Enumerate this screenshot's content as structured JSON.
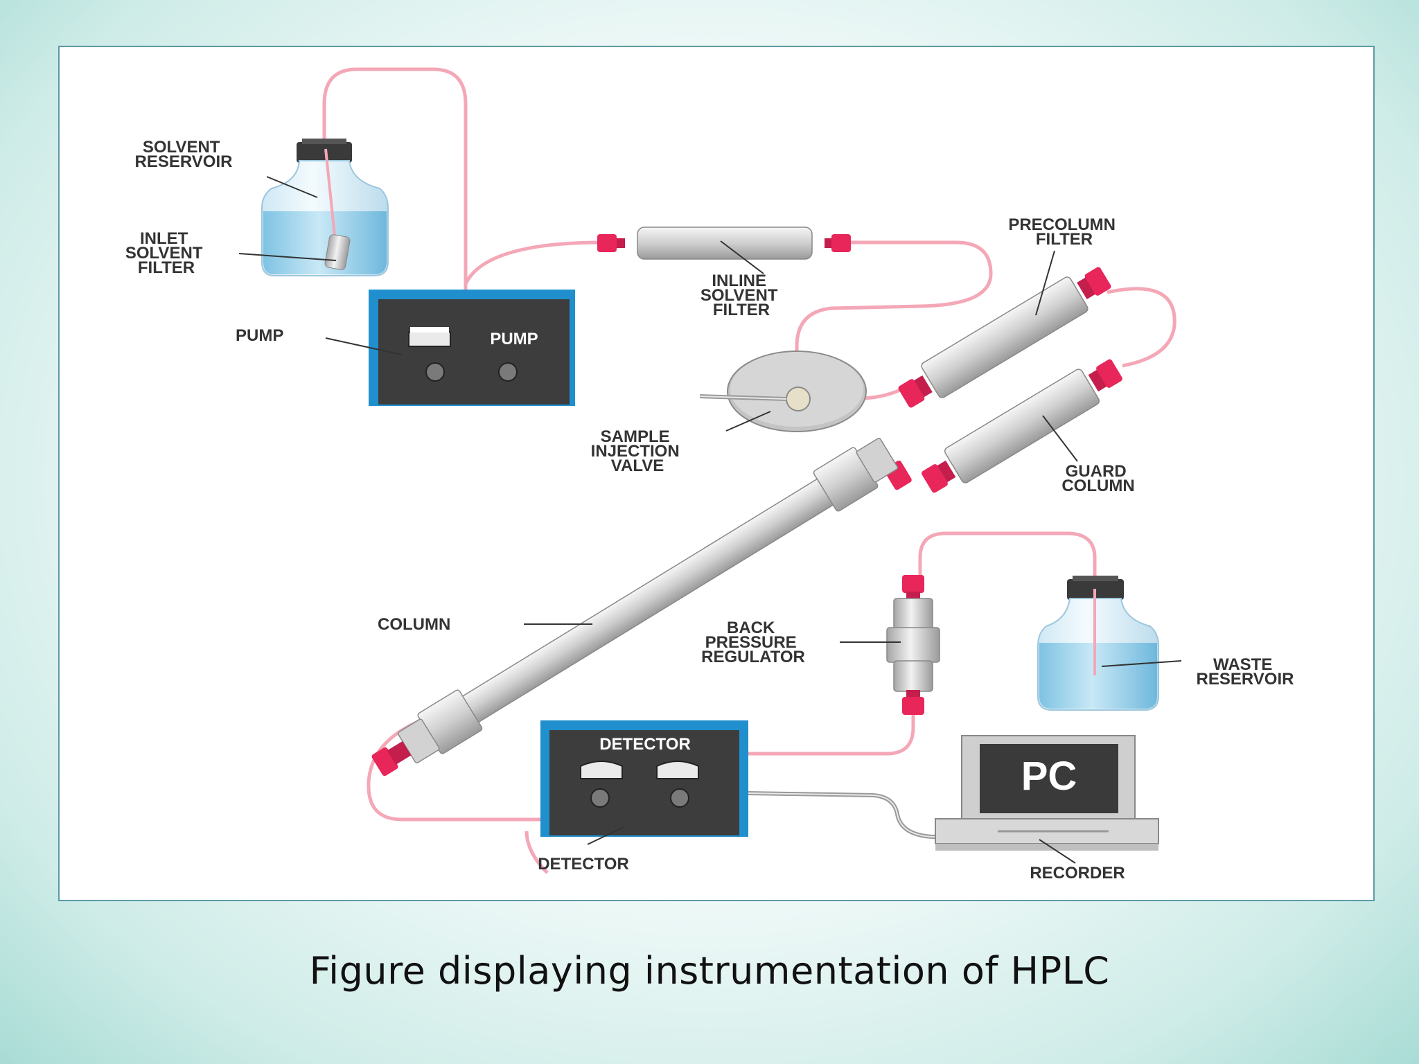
{
  "caption": "Figure displaying instrumentation of HPLC",
  "labels": {
    "solvent_reservoir": [
      "SOLVENT",
      "RESERVOIR"
    ],
    "inlet_solvent_filter": [
      "INLET",
      "SOLVENT",
      "FILTER"
    ],
    "pump": "PUMP",
    "inline_solvent_filter": [
      "INLINE",
      "SOLVENT",
      "FILTER"
    ],
    "precolumn_filter": [
      "PRECOLUMN",
      "FILTER"
    ],
    "sample_injection_valve": [
      "SAMPLE",
      "INJECTION",
      "VALVE"
    ],
    "guard_column": [
      "GUARD",
      "COLUMN"
    ],
    "column": "COLUMN",
    "back_pressure_regulator": [
      "BACK",
      "PRESSURE",
      "REGULATOR"
    ],
    "waste_reservoir": [
      "WASTE",
      "RESERVOIR"
    ],
    "detector": "DETECTOR",
    "recorder": "RECORDER"
  },
  "devices": {
    "pump_panel_label": "PUMP",
    "detector_panel_label": "DETECTOR",
    "pc_screen_label": "PC"
  },
  "colors": {
    "tubing": "#f4a7b6",
    "fitting": "#e8265a",
    "device_body": "#3d3d3d",
    "device_frame": "#1f8fce",
    "liquid": "#9fd3ec"
  }
}
